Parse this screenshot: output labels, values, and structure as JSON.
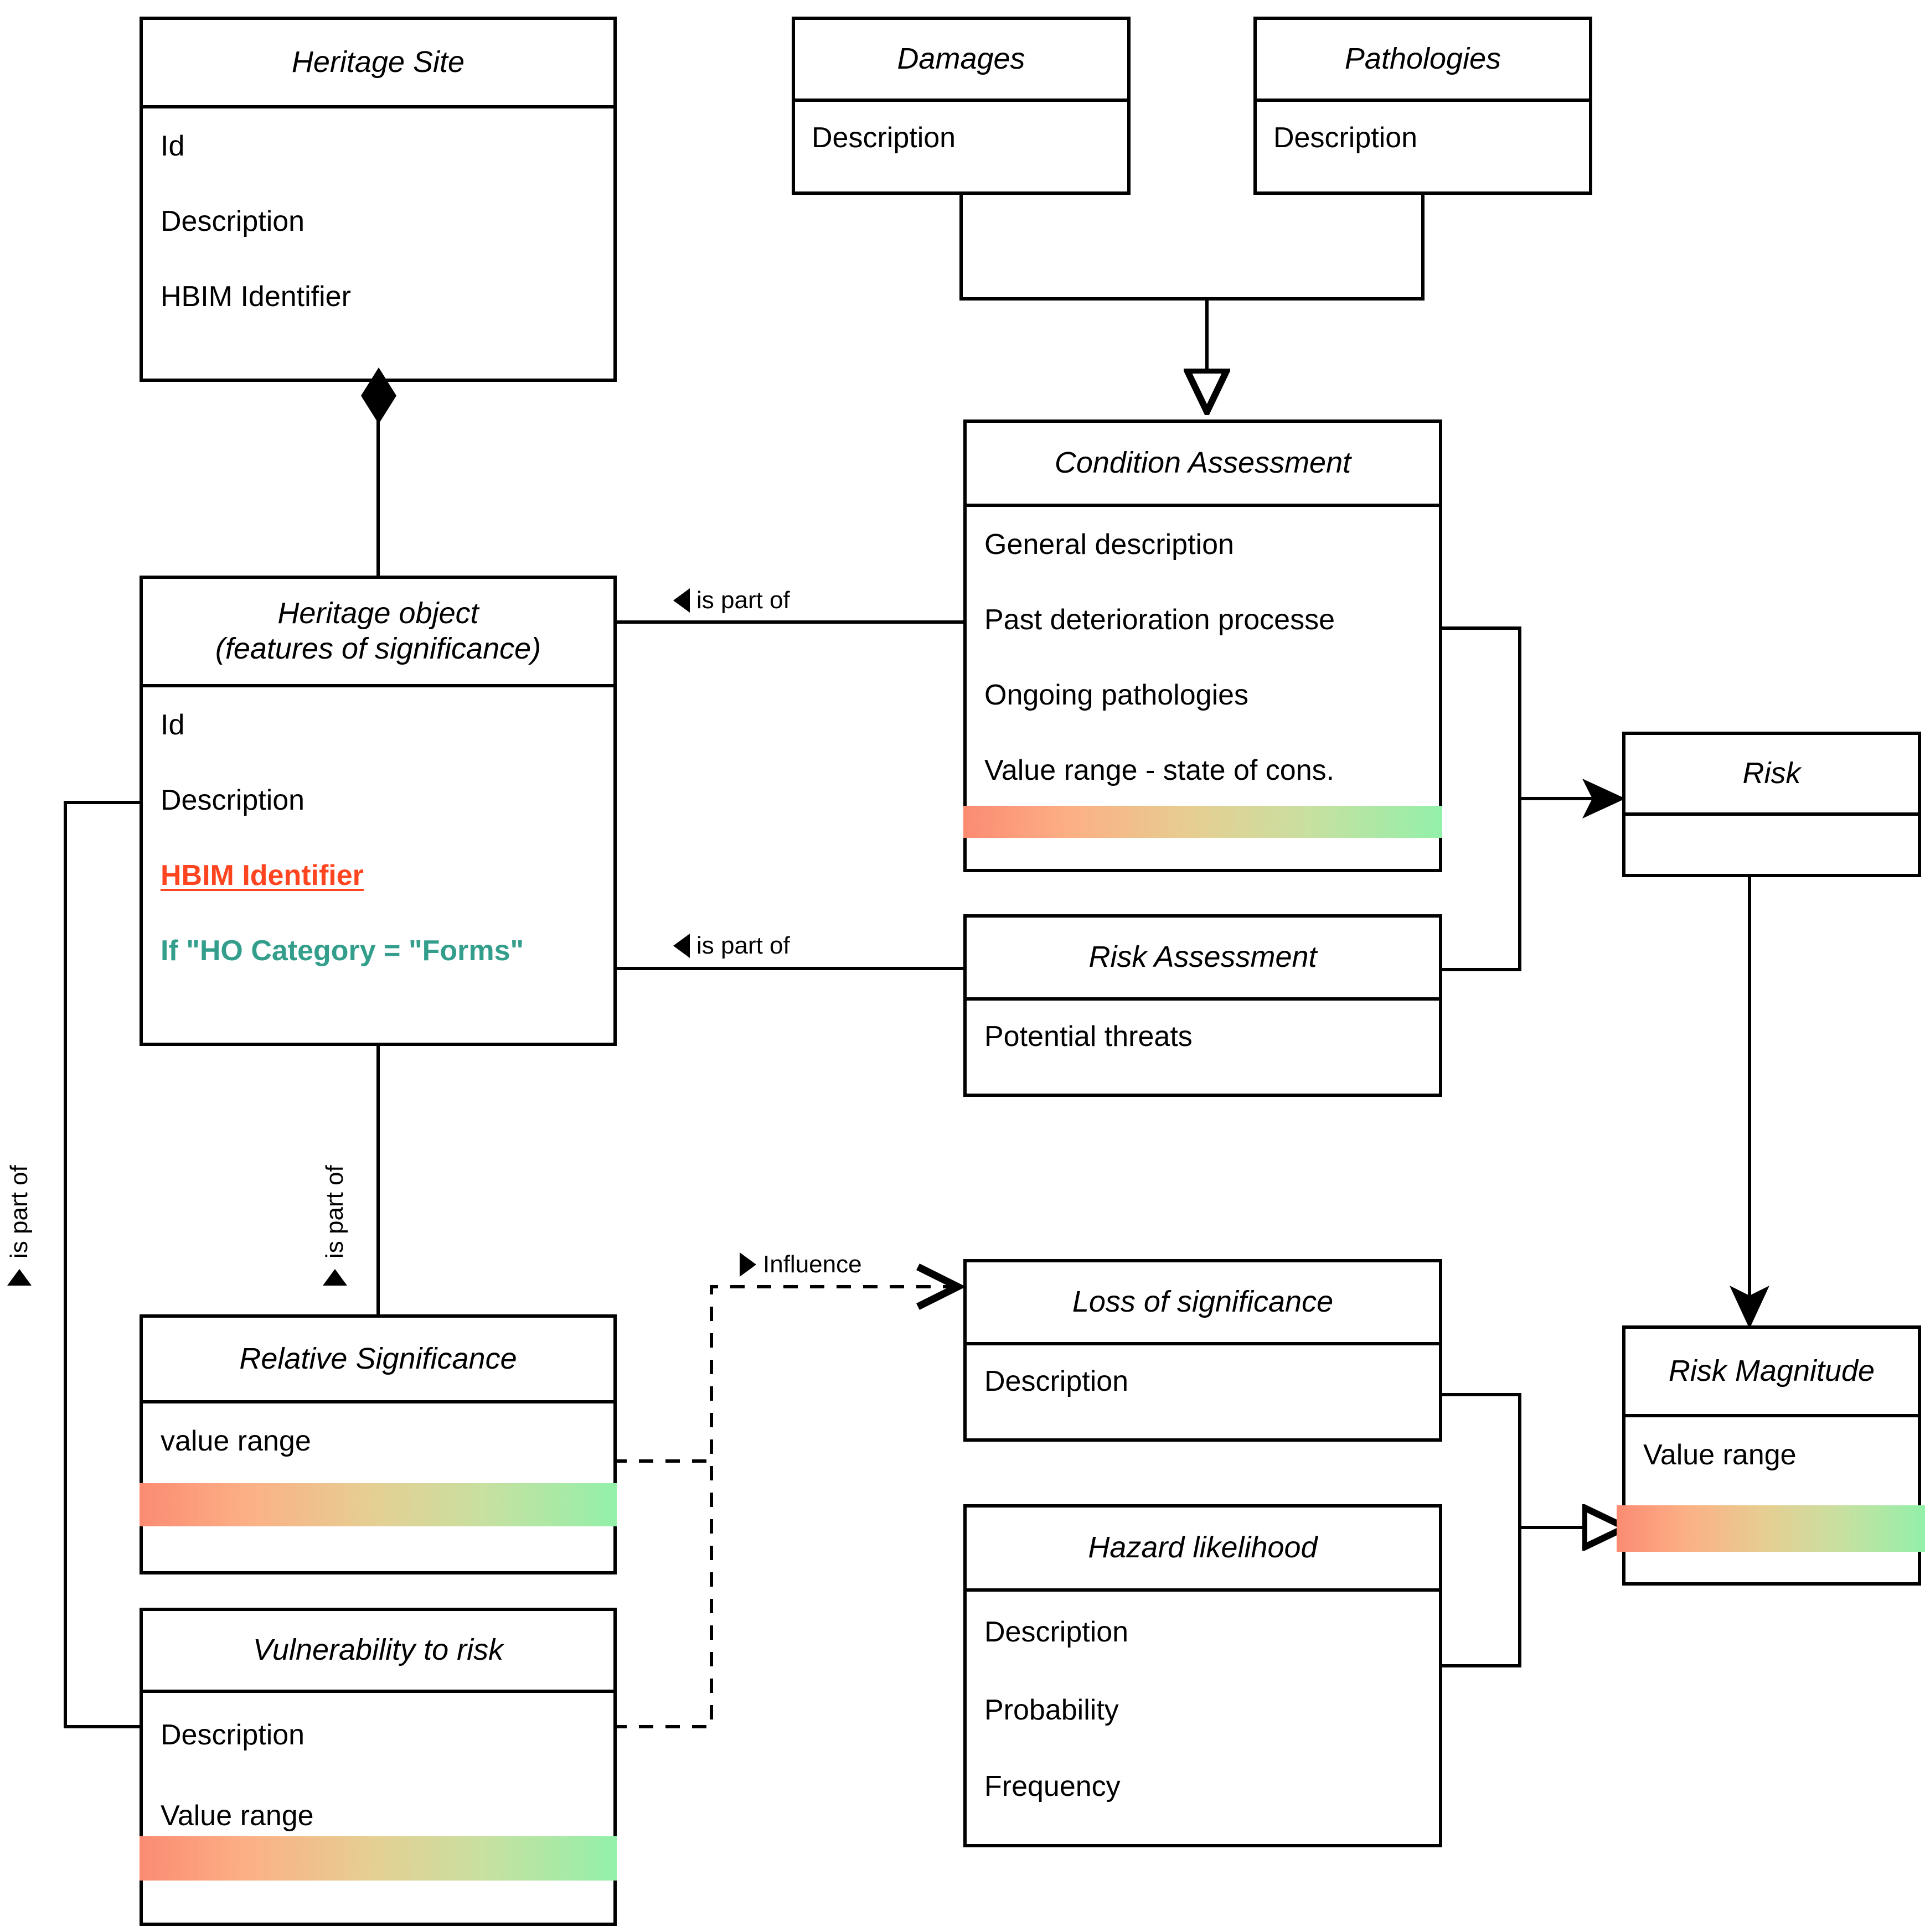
{
  "diagram": {
    "title": "Heritage risk assessment UML class diagram",
    "colors": {
      "highlight_orange": "#FF4520",
      "highlight_teal": "#339E8C",
      "gradient_low": "#FB8B72",
      "gradient_mid": "#E6CE92",
      "gradient_high": "#92F0A9",
      "line": "#000000"
    }
  },
  "classes": {
    "heritage_site": {
      "name": "Heritage Site",
      "attributes": [
        "Id",
        "Description",
        "HBIM Identifier"
      ]
    },
    "damages": {
      "name": "Damages",
      "attributes": [
        "Description"
      ]
    },
    "pathologies": {
      "name": "Pathologies",
      "attributes": [
        "Description"
      ]
    },
    "condition_assessment": {
      "name": "Condition Assessment",
      "attributes": [
        "General description",
        "Past deterioration processe",
        "Ongoing pathologies",
        "Value range - state of cons."
      ],
      "has_value_gradient": true
    },
    "heritage_object": {
      "name_line1": "Heritage object",
      "name_line2": "(features of significance)",
      "attributes": [
        "Id",
        "Description",
        "HBIM Identifier",
        "If \"HO Category = \"Forms\""
      ]
    },
    "risk_assessment": {
      "name": "Risk Assessment",
      "attributes": [
        "Potential threats"
      ]
    },
    "risk": {
      "name": "Risk",
      "attributes": [
        ""
      ]
    },
    "risk_magnitude": {
      "name": "Risk Magnitude",
      "attributes": [
        "Value range"
      ],
      "has_value_gradient": true
    },
    "relative_significance": {
      "name": "Relative Significance",
      "attributes": [
        "value range"
      ],
      "has_value_gradient": true
    },
    "vulnerability_to_risk": {
      "name": "Vulnerability to risk",
      "attributes": [
        "Description",
        "Value range"
      ],
      "has_value_gradient": true
    },
    "loss_of_significance": {
      "name": "Loss of significance",
      "attributes": [
        "Description"
      ]
    },
    "hazard_likelihood": {
      "name": "Hazard likelihood",
      "attributes": [
        "Description",
        "Probability",
        "Frequency"
      ]
    }
  },
  "edge_labels": {
    "is_part_of_condition": "is part of",
    "is_part_of_riskassessment": "is part of",
    "is_part_of_relative": "is part of",
    "is_part_of_vulnerability": "is part of",
    "influence": "Influence"
  }
}
